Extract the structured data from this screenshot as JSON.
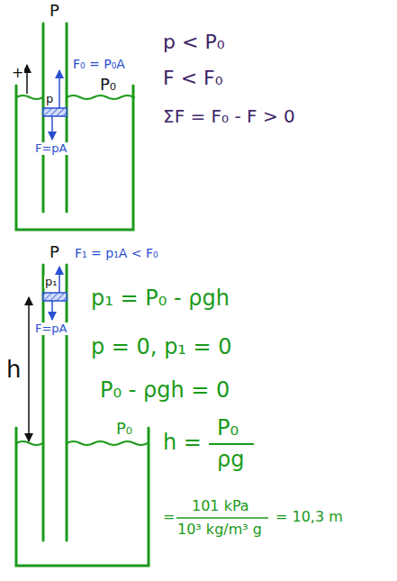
{
  "diagram": {
    "labels": [
      "P",
      "p < P₀",
      "F < F₀",
      "ΣF = F₀ - F > 0",
      "+",
      "F₀ = P₀A",
      "p",
      "P₀",
      "F=pA",
      "P",
      "F₁ = p₁A < F₀",
      "p₁",
      "F=pA",
      "h",
      "p₁ = P₀ - ρgh",
      "p = 0, p₁ = 0",
      "P₀ - ρgh = 0",
      "h =",
      "P₀",
      "ρg",
      "=",
      "101 kPa",
      "10³ kg/m³ g",
      "= 10,3 m",
      "P₀"
    ]
  }
}
